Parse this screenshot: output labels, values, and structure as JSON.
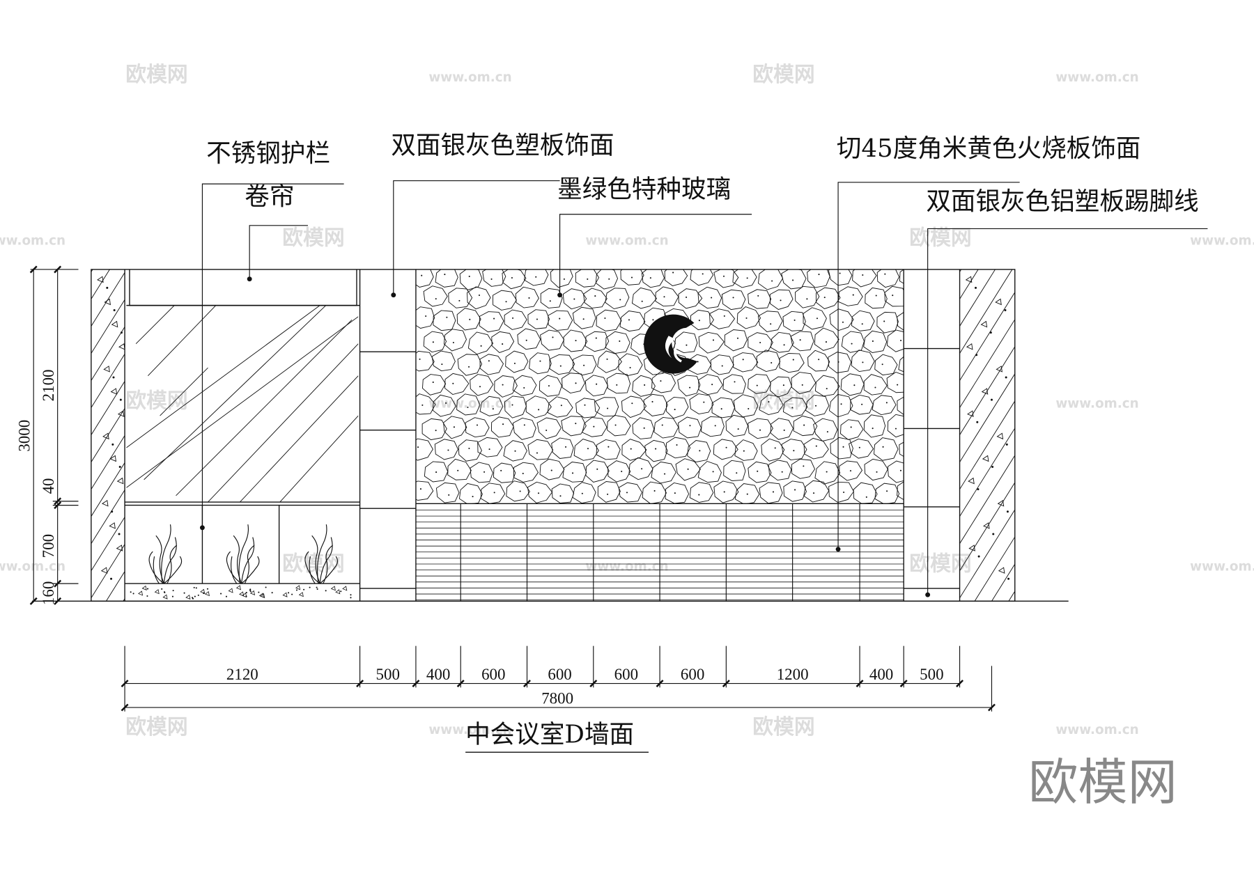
{
  "labels": {
    "railing": "不锈钢护栏",
    "curtain": "卷帘",
    "silver_panel": "双面银灰色塑板饰面",
    "green_glass": "墨绿色特种玻璃",
    "yellow_stone": "切45度角米黄色火烧板饰面",
    "skirting": "双面银灰色铝塑板踢脚线"
  },
  "dimensions": {
    "horizontal": [
      "2120",
      "500",
      "400",
      "600",
      "600",
      "600",
      "600",
      "1200",
      "400",
      "500"
    ],
    "total": "7800",
    "vertical_total": "3000",
    "vertical": [
      "2100",
      "40",
      "700",
      "160"
    ]
  },
  "title": "中会议室D墙面",
  "watermark": {
    "brand": "欧模网",
    "url": "www.om.cn"
  }
}
